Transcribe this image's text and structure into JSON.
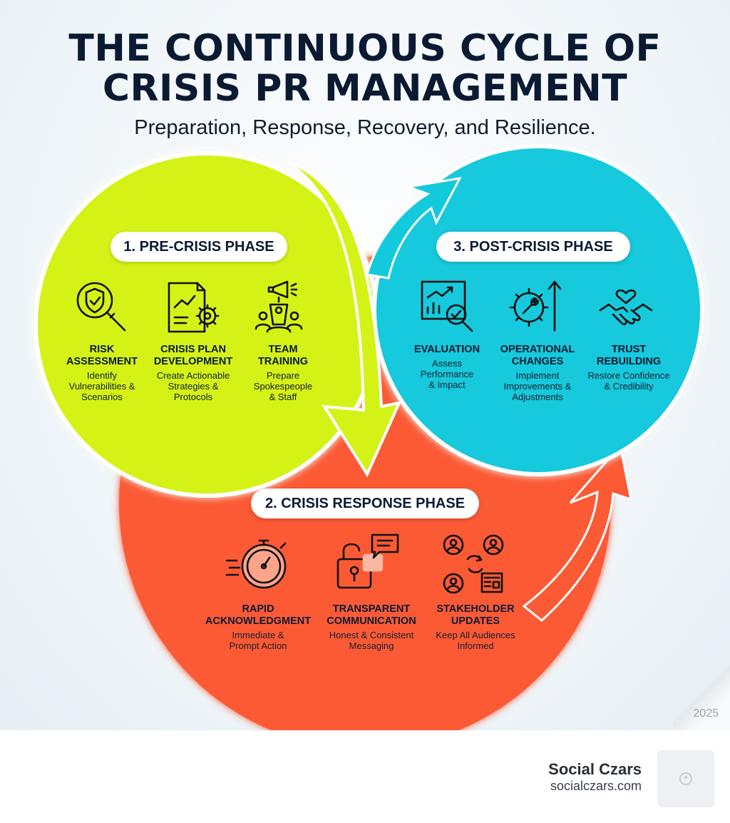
{
  "header": {
    "title_line1": "THE CONTINUOUS CYCLE OF",
    "title_line2": "CRISIS PR MANAGEMENT",
    "subtitle": "Preparation, Response, Recovery, and Resilience."
  },
  "phases": {
    "pre": {
      "label": "1. PRE-CRISIS PHASE",
      "color": "#d4f215",
      "items": [
        {
          "title": "RISK\nASSESSMENT",
          "desc": "Identify\nVulnerabilities &\nScenarios",
          "icon": "shield-magnifier-icon"
        },
        {
          "title": "CRISIS PLAN\nDEVELOPMENT",
          "desc": "Create Actionable\nStrategies &\nProtocols",
          "icon": "document-gear-icon"
        },
        {
          "title": "TEAM\nTRAINING",
          "desc": "Prepare\nSpokespeople\n& Staff",
          "icon": "megaphone-team-icon"
        }
      ]
    },
    "response": {
      "label": "2. CRISIS RESPONSE PHASE",
      "color": "#fb5a34",
      "items": [
        {
          "title": "RAPID\nACKNOWLEDGMENT",
          "desc": "Immediate &\nPrompt Action",
          "icon": "stopwatch-icon"
        },
        {
          "title": "TRANSPARENT\nCOMMUNICATION",
          "desc": "Honest & Consistent\nMessaging",
          "icon": "unlocked-padlock-chat-icon"
        },
        {
          "title": "STAKEHOLDER\nUPDATES",
          "desc": "Keep All Audiences\nInformed",
          "icon": "stakeholders-news-icon"
        }
      ]
    },
    "post": {
      "label": "3. POST-CRISIS PHASE",
      "color": "#13c9dc",
      "items": [
        {
          "title": "EVALUATION",
          "desc": "Assess\nPerformance\n& Impact",
          "icon": "chart-magnifier-icon"
        },
        {
          "title": "OPERATIONAL\nCHANGES",
          "desc": "Implement\nImprovements &\nAdjustments",
          "icon": "gear-wrench-arrow-icon"
        },
        {
          "title": "TRUST\nREBUILDING",
          "desc": "Restore Confidence\n& Credibility",
          "icon": "handshake-heart-icon"
        }
      ]
    }
  },
  "watermark": {
    "year": "2025"
  },
  "footer": {
    "brand_name": "Social Czars",
    "brand_url": "socialczars.com"
  }
}
